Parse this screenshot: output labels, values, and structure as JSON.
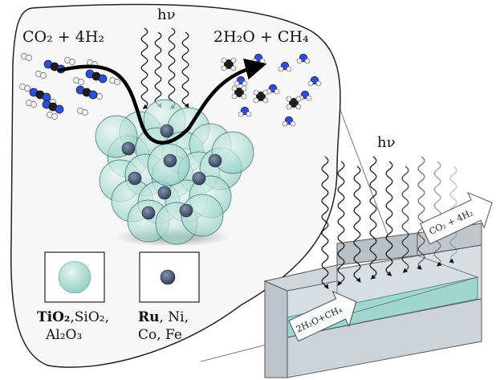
{
  "reaction": {
    "reactants_label": "CO₂ + 4H₂",
    "products_label": "2H₂O + CH₄",
    "light_label": "hν"
  },
  "reactor": {
    "light_label": "hν",
    "inlet_label": "CO₂ + 4H₂",
    "outlet_label": "2H₂O+CH₄"
  },
  "legend": {
    "support": {
      "line1_bold": "TiO₂",
      "line1_rest": ",SiO₂,",
      "line2": "Al₂O₃"
    },
    "metal": {
      "line1_bold": "Ru",
      "line1_rest": ", Ni,",
      "line2": "Co, Fe"
    }
  },
  "colors": {
    "support_fill": "#a7d9d0",
    "metal_fill": "#4a5a74",
    "nitrogen_blue": "#2b4fd8",
    "carbon_black": "#1e1e1e",
    "reactor_wall": "#c7cdd3",
    "reactor_water": "#9fd6ce"
  },
  "icons": [
    "light-wave-icon",
    "curved-arrow-icon",
    "molecule-icon"
  ]
}
